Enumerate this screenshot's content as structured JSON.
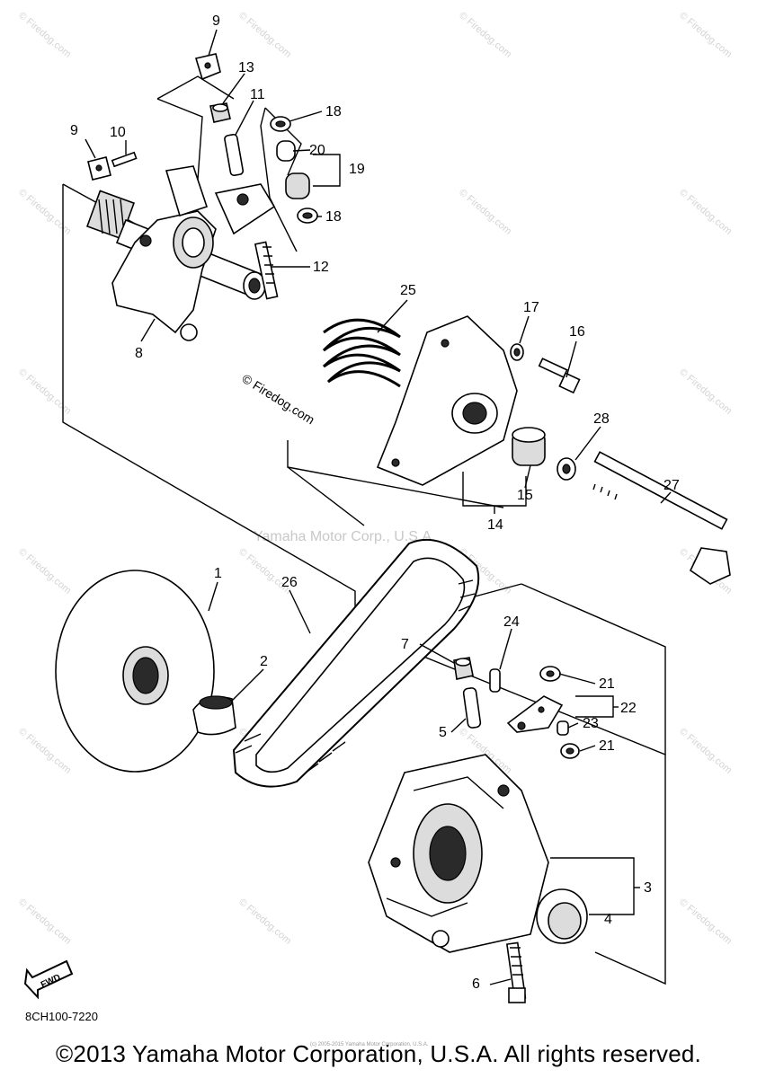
{
  "callouts": {
    "p9a": "9",
    "p13": "13",
    "p11": "11",
    "p18a": "18",
    "p9b": "9",
    "p10": "10",
    "p20": "20",
    "p19": "19",
    "p18b": "18",
    "p12": "12",
    "p8": "8",
    "p25": "25",
    "p17": "17",
    "p16": "16",
    "p28": "28",
    "p15": "15",
    "p14": "14",
    "p27": "27",
    "p1": "1",
    "p26": "26",
    "p2": "2",
    "p24": "24",
    "p7": "7",
    "p21a": "21",
    "p22": "22",
    "p5": "5",
    "p23": "23",
    "p21b": "21",
    "p3": "3",
    "p4": "4",
    "p6": "6"
  },
  "watermarks": {
    "firedog": "© Firedog.com",
    "yamaha": "Yamaha Motor Corp., U.S.A."
  },
  "fwd_label": "FWD",
  "part_code": "8CH100-7220",
  "copyright": "©2013 Yamaha Motor Corporation, U.S.A. All rights reserved.",
  "small_copyright": "(c) 2005-2015 Yamaha Motor Corporation, U.S.A."
}
